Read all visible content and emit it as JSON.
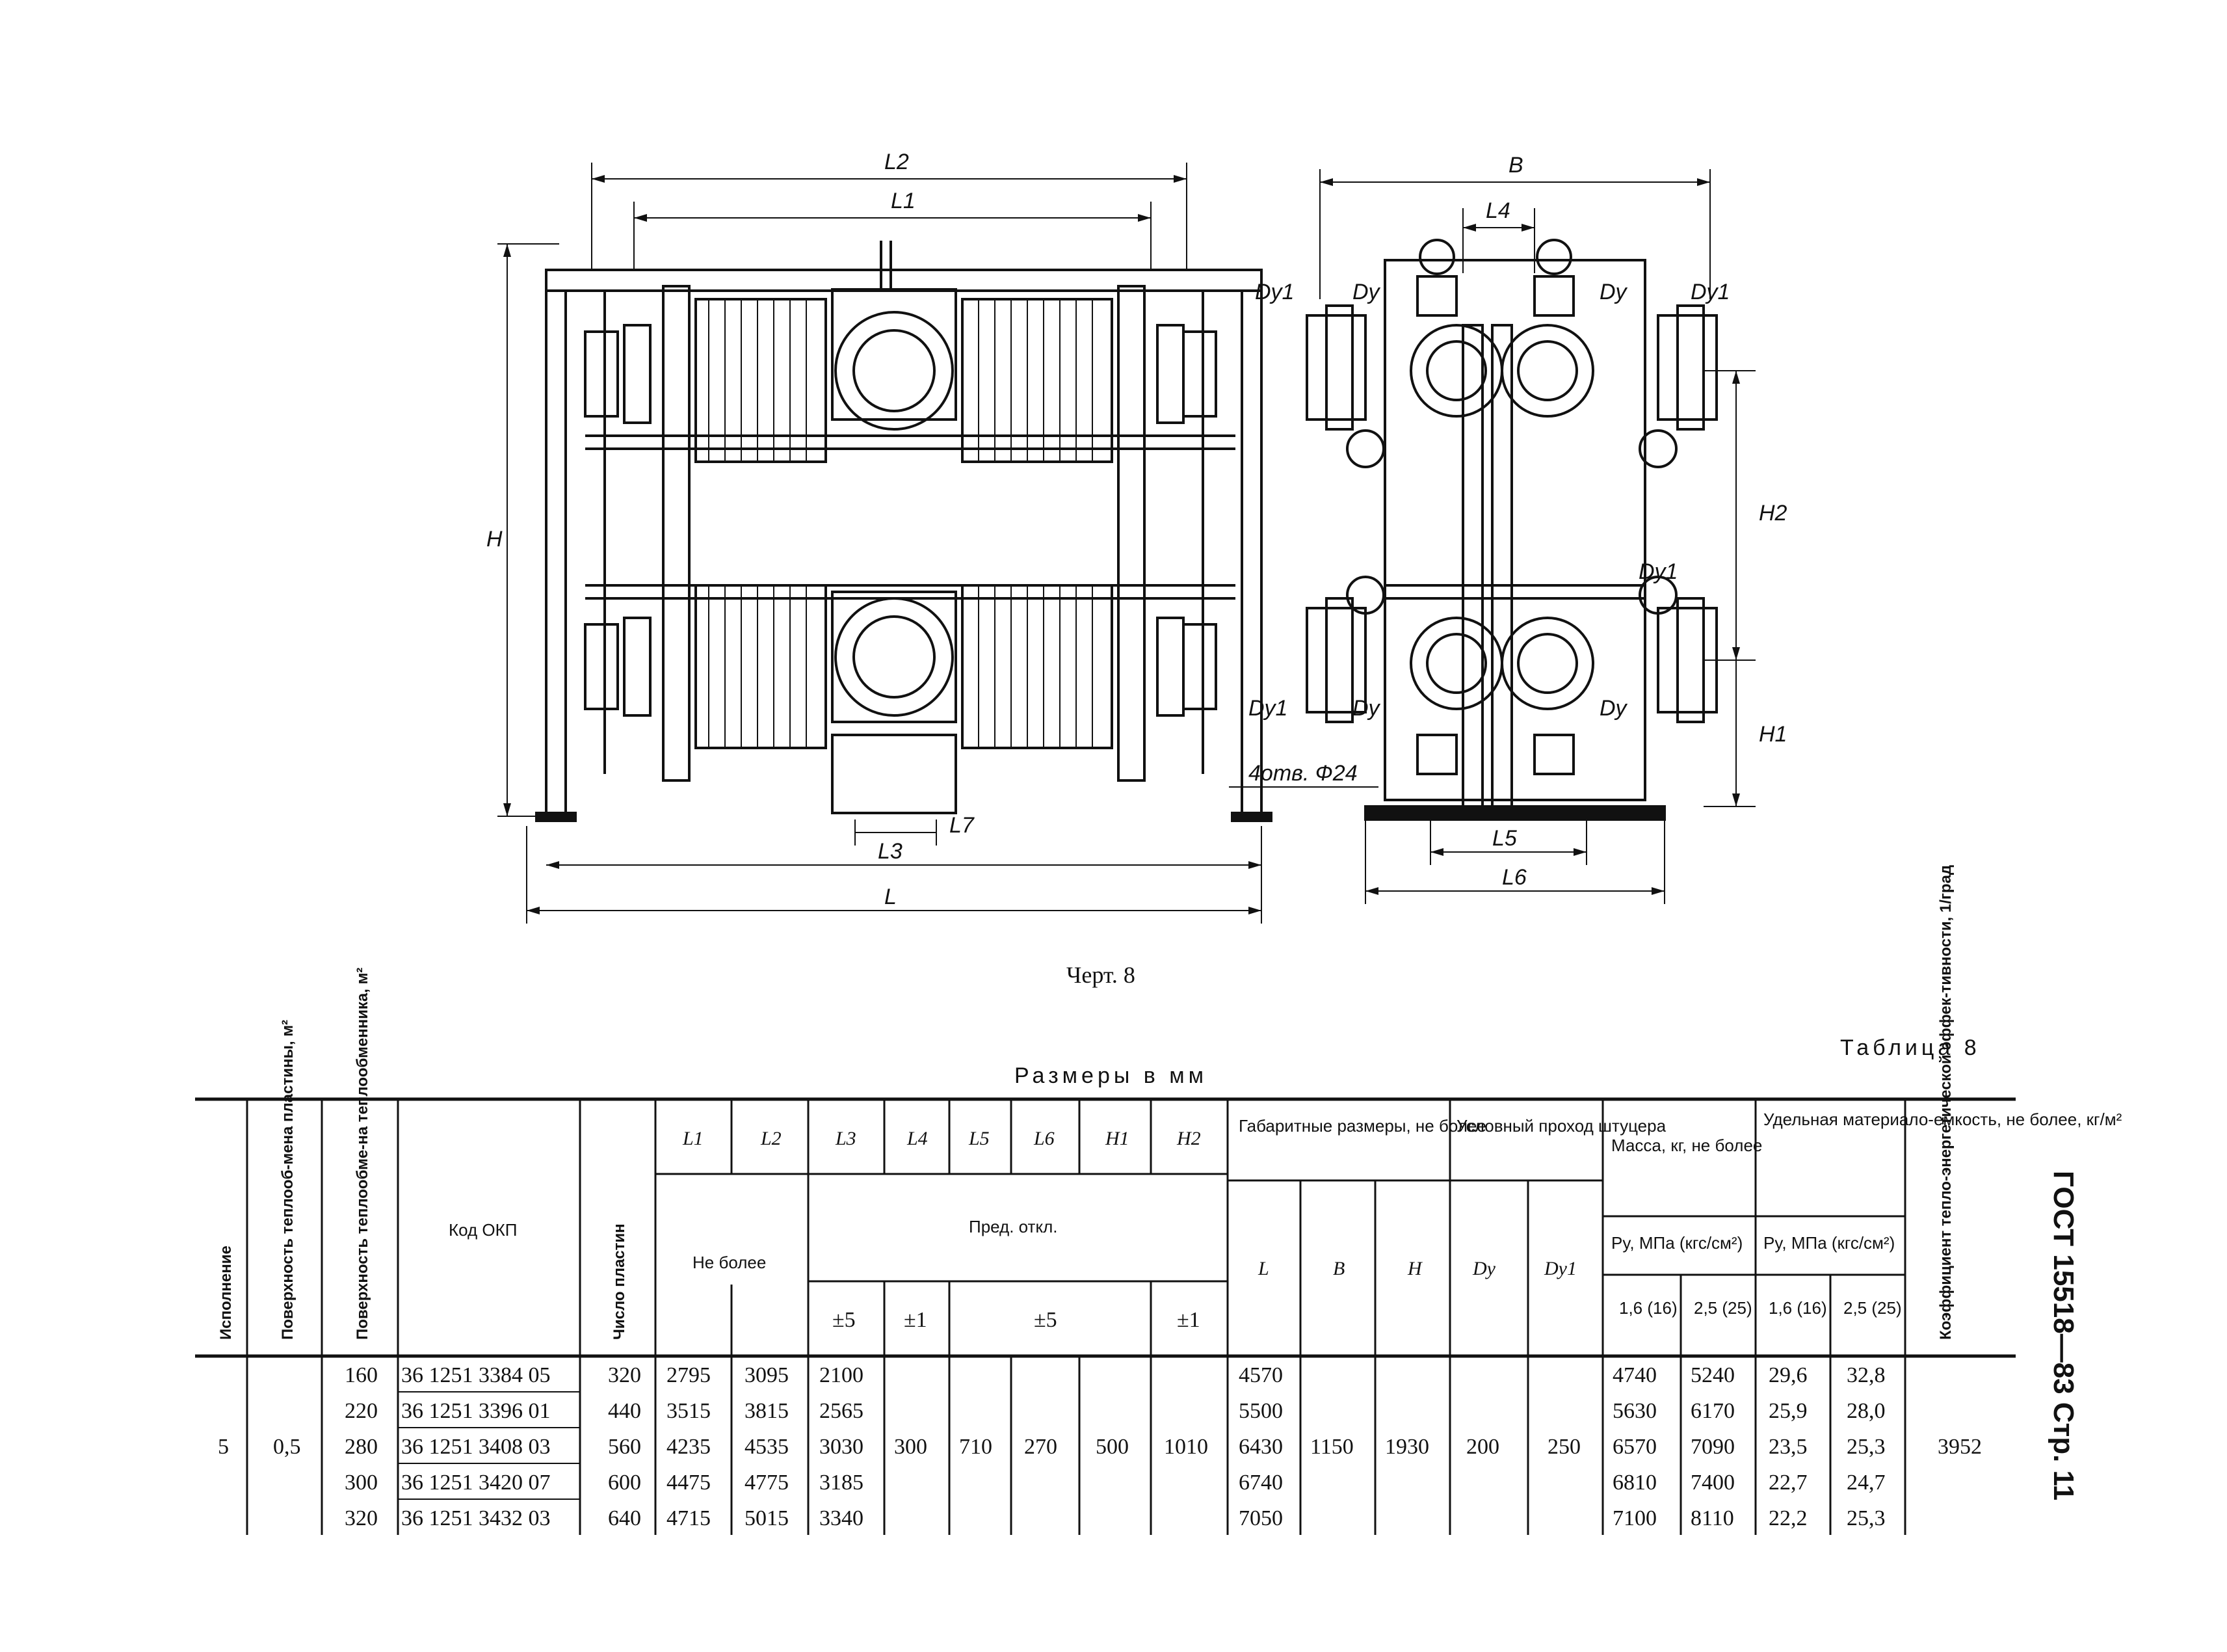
{
  "drawing": {
    "labels": {
      "L2": "L2",
      "L1": "L1",
      "L3": "L3",
      "L7": "L7",
      "L": "L",
      "H": "H",
      "B": "B",
      "L4": "L4",
      "L5": "L5",
      "L6": "L6",
      "H1": "H1",
      "H2": "H2",
      "Dy": "Dy",
      "Dy1": "Dy1",
      "holes": "4отв. Ф24"
    }
  },
  "caption": "Черт. 8",
  "table_title": "Таблица 8",
  "units": "Размеры в мм",
  "side_header": "ГОСТ 15518—83 Стр. 11",
  "headers": {
    "ispolnenie": "Исполнение",
    "surface_plate": "Поверхность теплооб-мена пластины, м²",
    "surface_exch": "Поверхность теплообме-на теплообменника, м²",
    "okp": "Код ОКП",
    "plates": "Число пластин",
    "L1": "L1",
    "L2": "L2",
    "L3": "L3",
    "L4": "L4",
    "L5": "L5",
    "L6": "L6",
    "H1": "H1",
    "H2": "H2",
    "ne_bolee": "Не более",
    "pred_otkl": "Пред. откл.",
    "tol_5a": "±5",
    "tol_1a": "±1",
    "tol_5b": "±5",
    "tol_1b": "±1",
    "gabarit": "Габаритные размеры, не более",
    "L": "L",
    "B": "B",
    "H": "H",
    "uslovny": "Условный проход штуцера",
    "Dy": "Dy",
    "Dy1": "Dy1",
    "massa": "Масса, кг, не более",
    "py_massa": "Py, МПа (кгс/см²)",
    "m16": "1,6 (16)",
    "m25": "2,5 (25)",
    "udelnaya": "Удельная материало-емкость, не более, кг/м²",
    "py_ud": "Py, МПа (кгс/см²)",
    "u16": "1,6 (16)",
    "u25": "2,5 (25)",
    "koef": "Коэффициент тепло-энергетической эффек-тивности, 1/град"
  },
  "rows": [
    {
      "surface": "160",
      "okp": "36 1251 3384 05",
      "plates": "320",
      "L1": "2795",
      "L2": "3095",
      "L3": "2100",
      "L": "4570",
      "m16": "4740",
      "m25": "5240",
      "u16": "29,6",
      "u25": "32,8"
    },
    {
      "surface": "220",
      "okp": "36 1251 3396 01",
      "plates": "440",
      "L1": "3515",
      "L2": "3815",
      "L3": "2565",
      "L": "5500",
      "m16": "5630",
      "m25": "6170",
      "u16": "25,9",
      "u25": "28,0"
    },
    {
      "surface": "280",
      "okp": "36 1251 3408 03",
      "plates": "560",
      "L1": "4235",
      "L2": "4535",
      "L3": "3030",
      "L": "6430",
      "m16": "6570",
      "m25": "7090",
      "u16": "23,5",
      "u25": "25,3"
    },
    {
      "surface": "300",
      "okp": "36 1251 3420 07",
      "plates": "600",
      "L1": "4475",
      "L2": "4775",
      "L3": "3185",
      "L": "6740",
      "m16": "6810",
      "m25": "7400",
      "u16": "22,7",
      "u25": "24,7"
    },
    {
      "surface": "320",
      "okp": "36 1251 3432 03",
      "plates": "640",
      "L1": "4715",
      "L2": "5015",
      "L3": "3340",
      "L": "7050",
      "m16": "7100",
      "m25": "8110",
      "u16": "22,2",
      "u25": "25,3"
    }
  ],
  "shared": {
    "ispolnenie": "5",
    "surface_plate": "0,5",
    "L4": "300",
    "L5": "710",
    "L6": "270",
    "H1": "500",
    "H2": "1010",
    "B": "1150",
    "H": "1930",
    "Dy": "200",
    "Dy1": "250",
    "koef": "3952"
  }
}
